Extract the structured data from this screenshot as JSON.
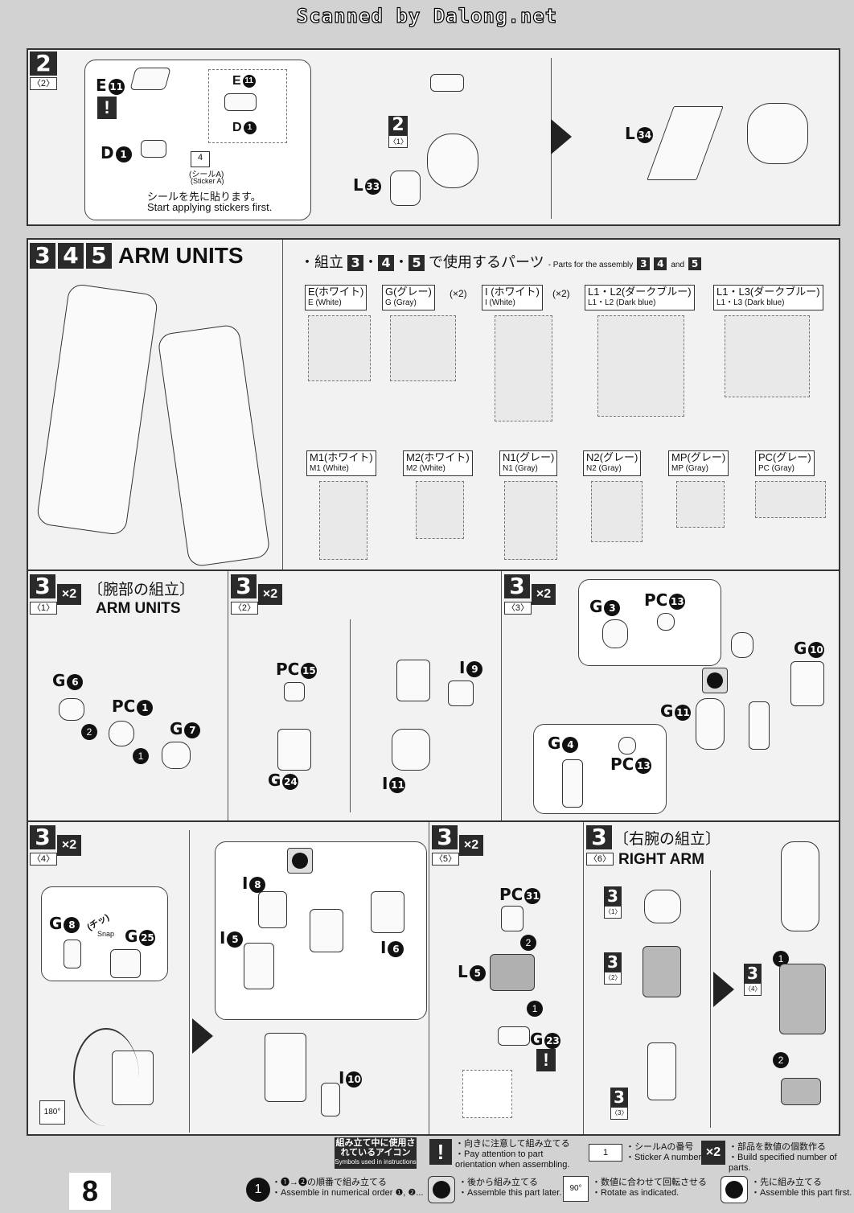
{
  "header": {
    "scanner_credit": "Scanned by Dalong.net"
  },
  "step2": {
    "num": "2",
    "sub": "〈2〉",
    "e_label": "E",
    "e_num": "11",
    "d_label": "D",
    "d_num": "1",
    "sticker_num": "4",
    "sticker_jp": "(シールA)",
    "sticker_en": "(Sticker A)",
    "note_jp": "シールを先に貼ります。",
    "note_en": "Start applying stickers first.",
    "inner_num": "2",
    "inner_sub": "〈1〉",
    "l33_label": "L",
    "l33_num": "33",
    "l34_label": "L",
    "l34_num": "34"
  },
  "arm_units": {
    "nums": [
      "3",
      "4",
      "5"
    ],
    "title": "ARM UNITS",
    "parts_title_pre": "・組立",
    "parts_title_post": "で使用するパーツ",
    "parts_title_en_pre": "- Parts for the assembly",
    "parts_title_en_and": "and",
    "runners_top": [
      {
        "jp": "E(ホワイト)",
        "en": "E (White)",
        "mult": ""
      },
      {
        "jp": "G(グレー)",
        "en": "G (Gray)",
        "mult": "(×2)"
      },
      {
        "jp": "I (ホワイト)",
        "en": "I  (White)",
        "mult": "(×2)"
      },
      {
        "jp": "L1・L2(ダークブルー)",
        "en": "L1・L2 (Dark blue)",
        "mult": ""
      },
      {
        "jp": "L1・L3(ダークブルー)",
        "en": "L1・L3 (Dark blue)",
        "mult": ""
      }
    ],
    "runners_bottom": [
      {
        "jp": "M1(ホワイト)",
        "en": "M1 (White)"
      },
      {
        "jp": "M2(ホワイト)",
        "en": "M2 (White)"
      },
      {
        "jp": "N1(グレー)",
        "en": "N1 (Gray)"
      },
      {
        "jp": "N2(グレー)",
        "en": "N2 (Gray)"
      },
      {
        "jp": "MP(グレー)",
        "en": "MP (Gray)"
      },
      {
        "jp": "PC(グレー)",
        "en": "PC (Gray)"
      }
    ]
  },
  "step3_1": {
    "num": "3",
    "sub": "〈1〉",
    "mult": "×2",
    "title_jp": "〔腕部の組立〕",
    "title_en": "ARM UNITS",
    "parts": [
      {
        "l": "G",
        "n": "6"
      },
      {
        "l": "PC",
        "n": "1"
      },
      {
        "l": "G",
        "n": "7"
      }
    ],
    "order": [
      "2",
      "1"
    ]
  },
  "step3_2": {
    "num": "3",
    "sub": "〈2〉",
    "mult": "×2",
    "parts": [
      {
        "l": "PC",
        "n": "15"
      },
      {
        "l": "I",
        "n": "9"
      },
      {
        "l": "G",
        "n": "24"
      },
      {
        "l": "I",
        "n": "11"
      }
    ]
  },
  "step3_3": {
    "num": "3",
    "sub": "〈3〉",
    "mult": "×2",
    "parts": [
      {
        "l": "G",
        "n": "3"
      },
      {
        "l": "PC",
        "n": "13"
      },
      {
        "l": "G",
        "n": "10"
      },
      {
        "l": "G",
        "n": "11"
      },
      {
        "l": "G",
        "n": "4"
      },
      {
        "l": "PC",
        "n": "13"
      }
    ]
  },
  "step3_4": {
    "num": "3",
    "sub": "〈4〉",
    "mult": "×2",
    "snap_jp": "(チッ)",
    "snap_en": "Snap",
    "rotate": "180°",
    "parts": [
      {
        "l": "G",
        "n": "8"
      },
      {
        "l": "G",
        "n": "25"
      },
      {
        "l": "I",
        "n": "8"
      },
      {
        "l": "I",
        "n": "5"
      },
      {
        "l": "I",
        "n": "6"
      },
      {
        "l": "I",
        "n": "10"
      }
    ]
  },
  "step3_5": {
    "num": "3",
    "sub": "〈5〉",
    "mult": "×2",
    "parts": [
      {
        "l": "PC",
        "n": "31"
      },
      {
        "l": "L",
        "n": "5"
      },
      {
        "l": "G",
        "n": "23"
      }
    ],
    "order": [
      "2",
      "1"
    ]
  },
  "step3_6": {
    "num": "3",
    "sub": "〈6〉",
    "title_jp": "〔右腕の組立〕",
    "title_en": "RIGHT ARM",
    "refs": [
      {
        "n": "3",
        "s": "〈1〉"
      },
      {
        "n": "3",
        "s": "〈2〉"
      },
      {
        "n": "3",
        "s": "〈3〉"
      },
      {
        "n": "3",
        "s": "〈4〉"
      }
    ],
    "order": [
      "1",
      "2"
    ]
  },
  "legend": {
    "title_jp": "組み立て中に使用されているアイコン",
    "title_en": "Symbols used in instructions",
    "items": [
      {
        "jp": "・向きに注意して組み立てる",
        "en": "・Pay attention to part orientation when assembling."
      },
      {
        "jp": "・シールAの番号",
        "en": "・Sticker A number"
      },
      {
        "jp": "・部品を数値の個数作る",
        "en": "・Build specified number of parts."
      },
      {
        "jp": "・❶→❷の順番で組み立てる",
        "en": "・Assemble in numerical order ❶, ❷..."
      },
      {
        "jp": "・後から組み立てる",
        "en": "・Assemble this part later."
      },
      {
        "jp": "・数値に合わせて回転させる",
        "en": "・Rotate as indicated."
      },
      {
        "jp": "・先に組み立てる",
        "en": "・Assemble this part first."
      }
    ],
    "icon_x2": "×2",
    "icon_num": "1",
    "icon_90": "90°",
    "icon_1": "1"
  },
  "page_number": "8"
}
